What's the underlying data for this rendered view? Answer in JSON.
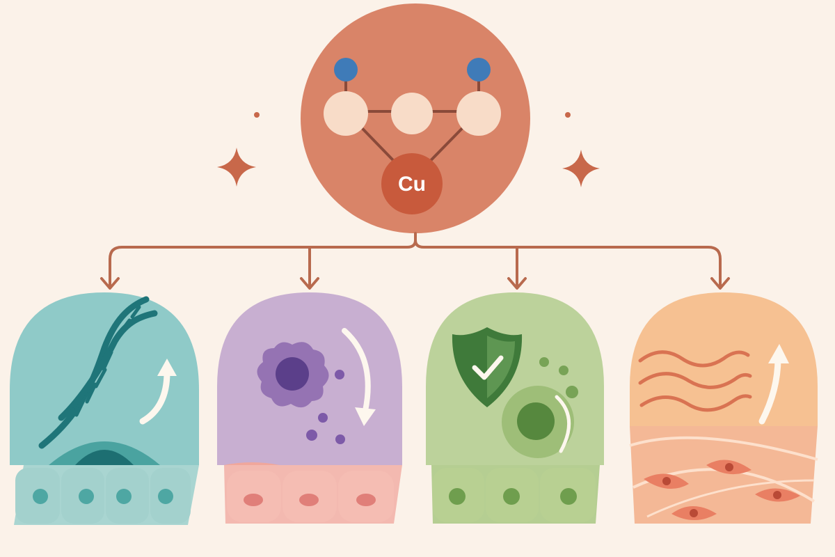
{
  "hub": {
    "element_symbol": "Cu",
    "colors": {
      "circle": "#d98468",
      "copper_atom": "#c85a3c",
      "atom_node": "#f8dcc8",
      "terminal_node": "#3f7bb8",
      "bond": "#8a4a3a"
    }
  },
  "connector": {
    "color": "#b86a4e",
    "branch_count": 4
  },
  "panels": [
    {
      "id": "gene-activation",
      "theme_color": "#8fcac8",
      "icons": [
        "dna-helix-icon",
        "cell-nucleus-icon",
        "arrow-up-icon"
      ],
      "trend": "up"
    },
    {
      "id": "inflammation-reduction",
      "theme_color": "#c8afd1",
      "icons": [
        "inflammatory-cell-icon",
        "particles-icon",
        "arrow-down-icon"
      ],
      "trend": "down"
    },
    {
      "id": "antioxidant-protection",
      "theme_color": "#bcd29b",
      "icons": [
        "shield-check-icon",
        "protected-cell-icon"
      ],
      "trend": "none"
    },
    {
      "id": "collagen-production",
      "theme_color": "#f6c192",
      "icons": [
        "wavy-fibers-icon",
        "fibroblast-icon",
        "arrow-up-icon"
      ],
      "trend": "up"
    }
  ]
}
